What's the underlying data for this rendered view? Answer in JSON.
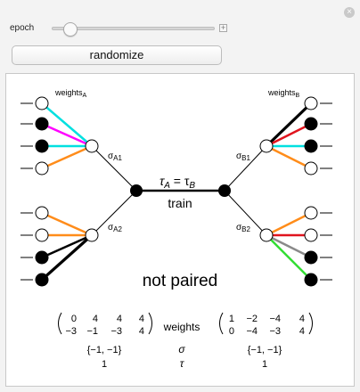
{
  "controls": {
    "close_glyph": "×",
    "epoch_label": "epoch",
    "epoch_value_fraction": 0.08,
    "plus_glyph": "+",
    "randomize_label": "randomize"
  },
  "diagram": {
    "weights_a_label": "weights",
    "weights_a_sub": "A",
    "weights_b_label": "weights",
    "weights_b_sub": "B",
    "sigma_a1": "σ",
    "sigma_a1_sub": "A1",
    "sigma_a2": "σ",
    "sigma_a2_sub": "A2",
    "sigma_b1": "σ",
    "sigma_b1_sub": "B1",
    "sigma_b2": "σ",
    "sigma_b2_sub": "B2",
    "tau_equation": "τ",
    "tau_sub_a": "A",
    "tau_eq": " = τ",
    "tau_sub_b": "B",
    "train_label": "train",
    "status_text": "not paired",
    "inputs_a": [
      "white",
      "black",
      "black",
      "white",
      "white",
      "white",
      "black",
      "black"
    ],
    "inputs_b": [
      "white",
      "black",
      "black",
      "white",
      "white",
      "white",
      "black",
      "black"
    ],
    "edges_a": [
      "#00e0e0",
      "#ff00ff",
      "#00e0e0",
      "#ff8c1a",
      "#ff8c1a",
      "#ff8c1a",
      "#000000",
      "#000000"
    ],
    "edges_b": [
      "#000000",
      "#e0141e",
      "#00e0e0",
      "#ff8c1a",
      "#ff8c1a",
      "#e0141e",
      "#8a8a8a",
      "#33dd33"
    ],
    "edge_widths_a": [
      2.5,
      2.5,
      2.5,
      2.5,
      2.5,
      2.5,
      2.5,
      3.2
    ],
    "edge_widths_b": [
      3.2,
      2.5,
      2.5,
      2.5,
      2.5,
      2.5,
      2.5,
      2.5
    ]
  },
  "summary": {
    "matrix_a": [
      [
        "0",
        "4",
        "4",
        "4"
      ],
      [
        "−3",
        "−1",
        "−3",
        "4"
      ]
    ],
    "matrix_b": [
      [
        "1",
        "−2",
        "−4",
        "4"
      ],
      [
        "0",
        "−4",
        "−3",
        "4"
      ]
    ],
    "weights_label": "weights",
    "sigma_label": "σ",
    "tau_label": "τ",
    "sigma_a": "{−1, −1}",
    "sigma_b": "{−1, −1}",
    "tau_a": "1",
    "tau_b": "1"
  }
}
